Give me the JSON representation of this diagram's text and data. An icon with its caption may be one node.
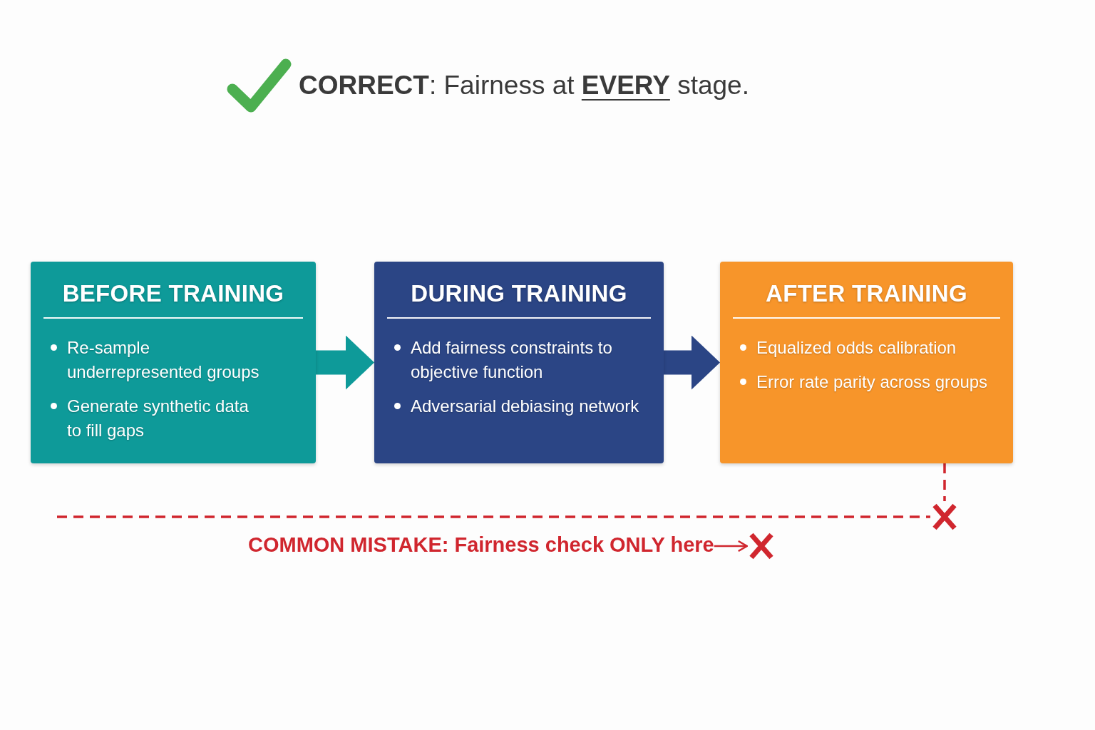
{
  "diagram": {
    "title": "**CORRECT**: Fairness at **EVERY** stage.",
    "nodes": [
      {
        "text": [
          "BEFORE TRAINING",
          "Re-sample underrepresented groups",
          "Generate synthetic data to fill gaps"
        ]
      },
      {
        "text": [
          "DURING TRAINING",
          "Add fairness constraints to objective function",
          "Adversarial debiasing network"
        ]
      },
      {
        "text": [
          "AFTER TRAINING",
          "Equalized odds calibration",
          "Error rate parity across groups"
        ]
      },
      {
        "text": [],
        "shape": "cross"
      },
      {
        "text": [
          "COMMON MISTAKE: Fairness check ONLY here"
        ]
      },
      {
        "text": [],
        "shape": "cross"
      }
    ],
    "edges": [
      {
        "from": 0,
        "to": 1,
        "arrow": "to",
        "style": "thick",
        "color": "#0e9a99"
      },
      {
        "from": 1,
        "to": 2,
        "arrow": "to",
        "style": "thick",
        "color": "#2b4585"
      },
      {
        "from": 2,
        "to": 3,
        "arrow": "none",
        "style": "dashed"
      },
      {
        "from": null,
        "to": 3,
        "arrow": "none",
        "style": "dashed"
      },
      {
        "from": 4,
        "to": 5,
        "arrow": "to"
      }
    ]
  }
}
